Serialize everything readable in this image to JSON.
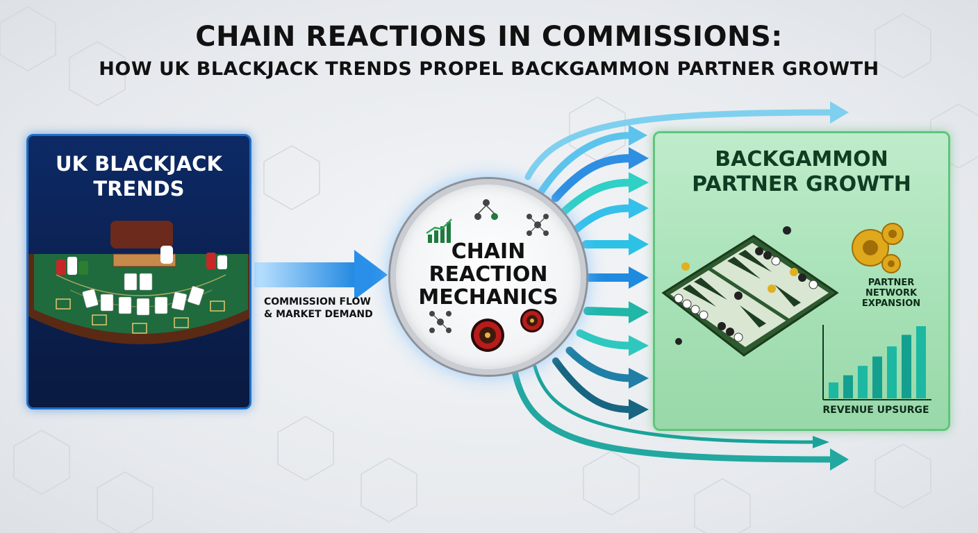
{
  "header": {
    "title_line1": "CHAIN REACTIONS IN COMMISSIONS:",
    "title_line2": "HOW UK BLACKJACK TRENDS PROPEL BACKGAMMON PARTNER GROWTH"
  },
  "left_panel": {
    "title_line1": "UK BLACKJACK",
    "title_line2": "TRENDS"
  },
  "flow": {
    "label_line1": "COMMISSION FLOW",
    "label_line2": "& MARKET DEMAND"
  },
  "hub": {
    "title_line1": "CHAIN",
    "title_line2": "REACTION",
    "title_line3": "MECHANICS",
    "icons": [
      "growth-chart-icon",
      "network-people-icon",
      "network-people-icon",
      "network-people-icon",
      "roulette-wheel-icon",
      "roulette-wheel-icon"
    ]
  },
  "right_panel": {
    "title_line1": "BACKGAMMON",
    "title_line2": "PARTNER GROWTH",
    "network_line1": "PARTNER",
    "network_line2": "NETWORK",
    "network_line3": "EXPANSION",
    "revenue_label": "REVENUE UPSURGE",
    "revenue_bars": [
      0.22,
      0.32,
      0.45,
      0.58,
      0.72,
      0.88,
      1.0
    ]
  },
  "colors": {
    "left_panel": "#0d2a66",
    "left_border": "#1e6fc4",
    "right_panel": "#a9e2b8",
    "right_border": "#5fc57a",
    "arrow_blue": "#2b8fe6",
    "arrow_teal": "#1fb5a8",
    "felt_green": "#1f6b3e"
  }
}
